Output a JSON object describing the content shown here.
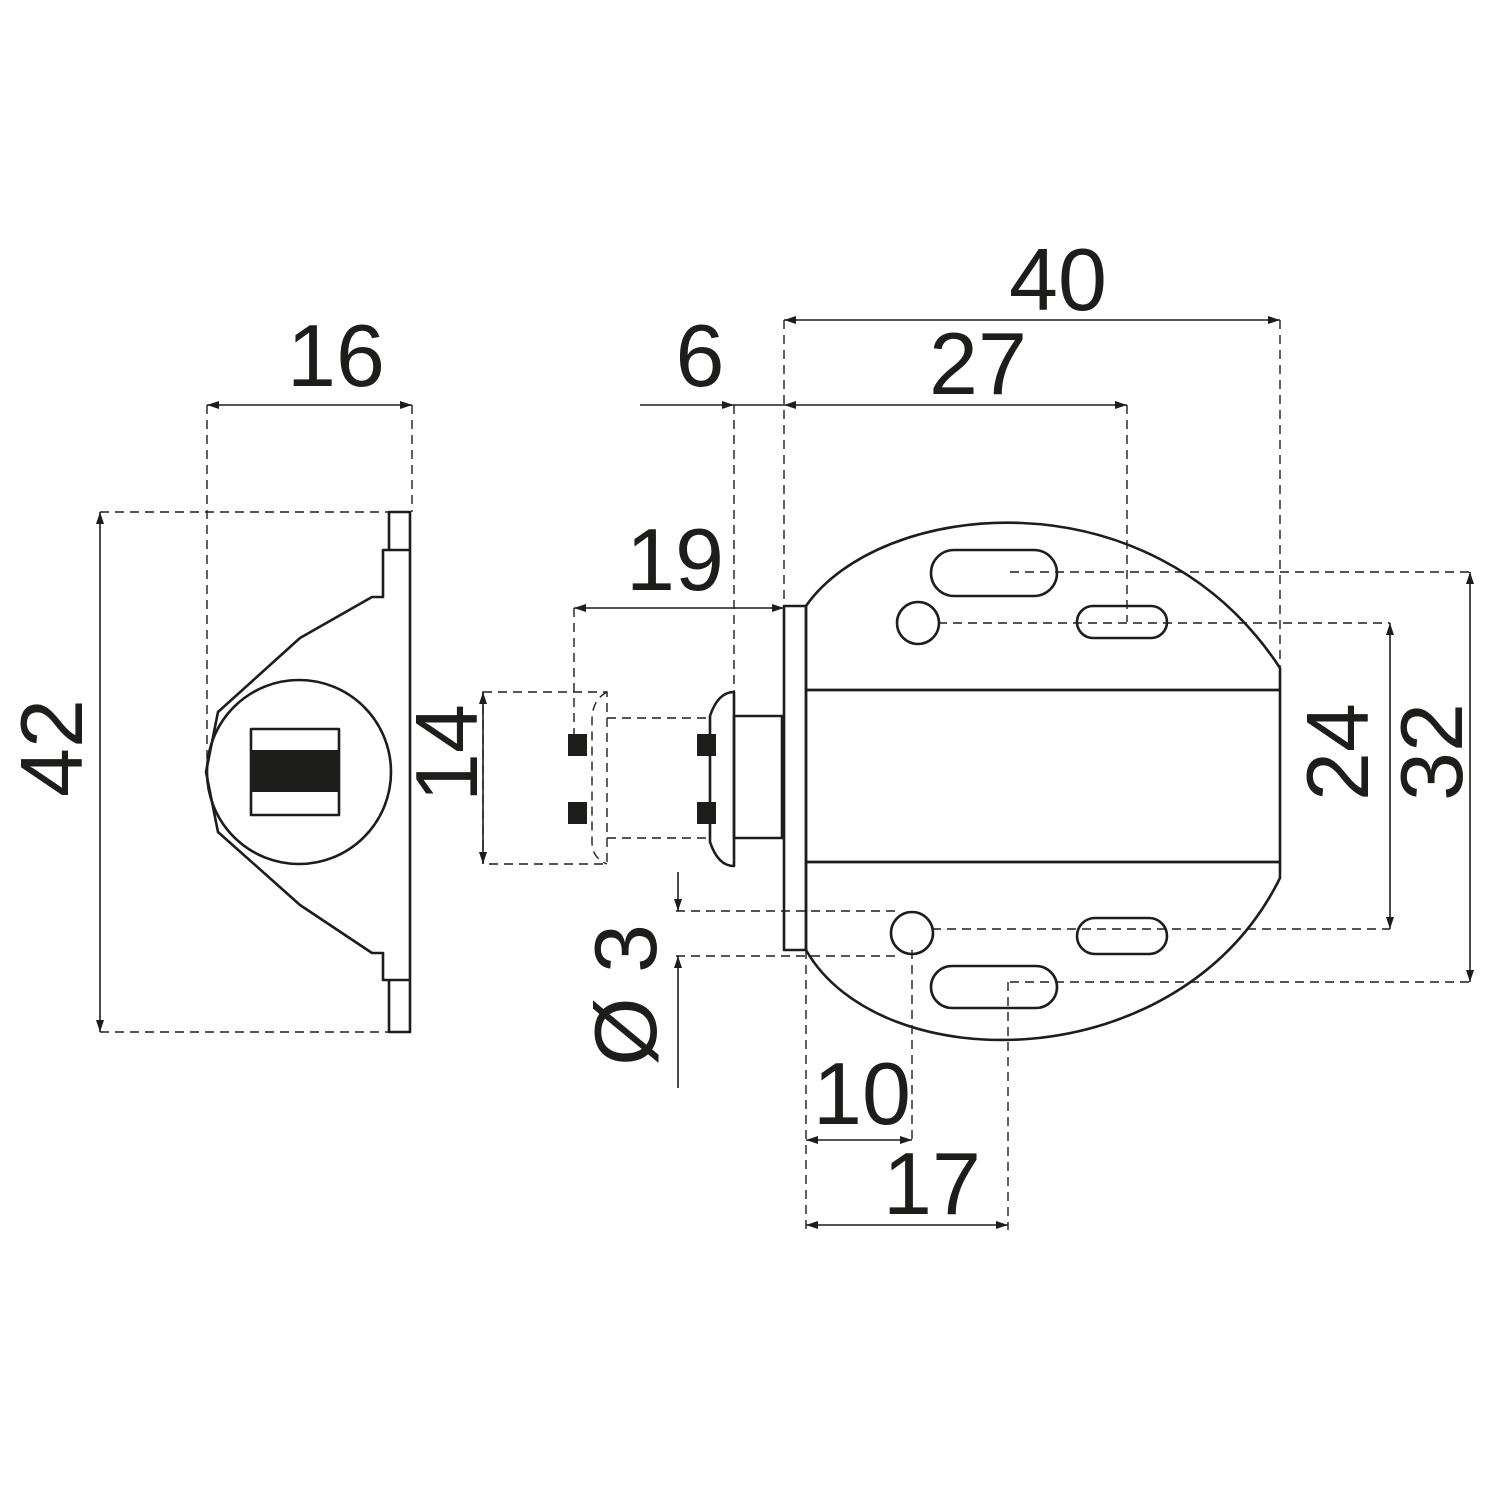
{
  "colors": {
    "line": "#1d1d1b",
    "background": "#ffffff"
  },
  "dimensions": {
    "d16": "16",
    "d42": "42",
    "d14": "14",
    "d6": "6",
    "d19": "19",
    "d40": "40",
    "d27": "27",
    "d24": "24",
    "d32": "32",
    "d10": "10",
    "d17": "17",
    "d3": "Ø 3"
  }
}
